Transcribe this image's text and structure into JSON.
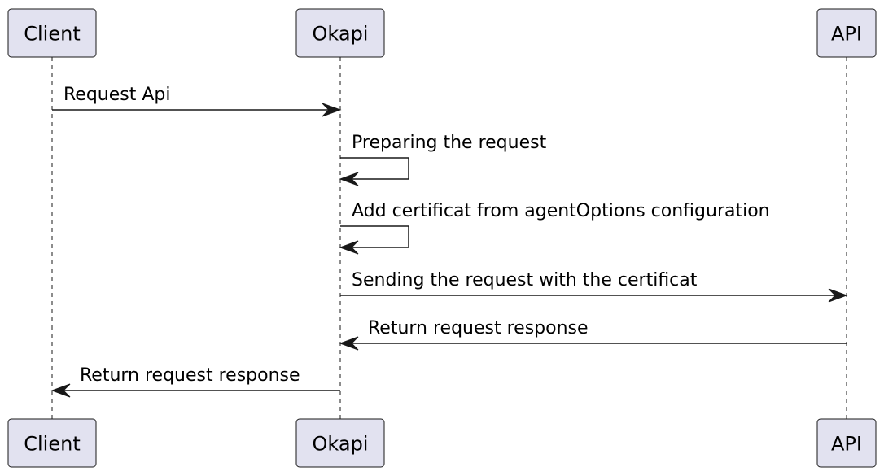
{
  "participants": [
    {
      "id": "client",
      "label": "Client"
    },
    {
      "id": "okapi",
      "label": "Okapi"
    },
    {
      "id": "api",
      "label": "API"
    }
  ],
  "messages": [
    {
      "from": "client",
      "to": "okapi",
      "label": "Request Api"
    },
    {
      "from": "okapi",
      "to": "okapi",
      "label": "Preparing the request"
    },
    {
      "from": "okapi",
      "to": "okapi",
      "label": "Add certificat from agentOptions configuration"
    },
    {
      "from": "okapi",
      "to": "api",
      "label": "Sending the request with the certificat"
    },
    {
      "from": "api",
      "to": "okapi",
      "label": "Return request response"
    },
    {
      "from": "okapi",
      "to": "client",
      "label": "Return request response"
    }
  ],
  "colors": {
    "participant_fill": "#E2E2F0",
    "line": "#181818",
    "text": "#000000",
    "background": "#FFFFFF"
  }
}
